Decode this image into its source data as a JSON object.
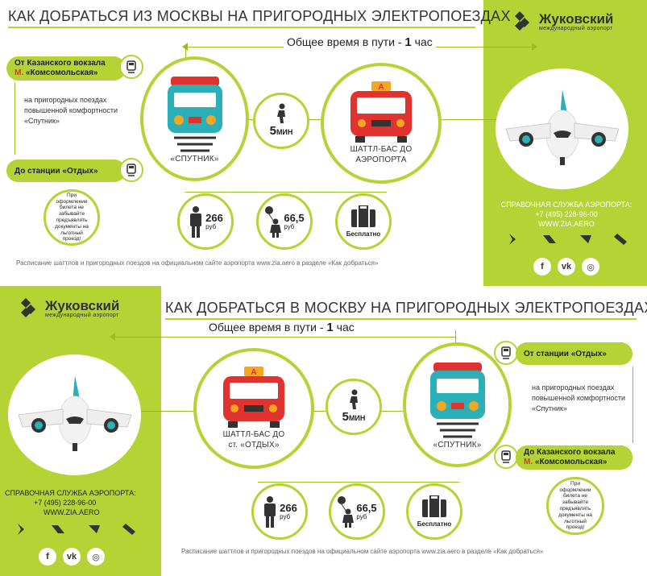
{
  "colors": {
    "accent": "#b5d334",
    "dark": "#333333",
    "red": "#e0332f",
    "teal": "#2bb0b8"
  },
  "logo": {
    "name": "Жуковский",
    "subtitle": "международный аэропорт"
  },
  "top": {
    "title": "КАК ДОБРАТЬСЯ ИЗ МОСКВЫ НА ПРИГОРОДНЫХ ЭЛЕКТРОПОЕЗДАХ",
    "total_prefix": "Общее время в пути - ",
    "total_value": "1",
    "total_unit": " час",
    "from_station_line1": "От Казанского вокзала",
    "from_station_metro_prefix": "М.",
    "from_station_metro": "«Комсомольская»",
    "train_description": "на пригородных поездах повышенной комфортности «Спутник»",
    "to_station": "До станции «Отдых»",
    "train_label": "«СПУТНИК»",
    "walk_value": "5",
    "walk_unit": "МИН",
    "shuttle_label_line1": "ШАТТЛ-БАС ДО",
    "shuttle_label_line2": "АЭРОПОРТА",
    "ticket_note": "При оформлении билета не забывайте предъявлять документы на льготный проезд!",
    "price_adult": "266",
    "price_child": "66,5",
    "rub": "руб",
    "free": "Бесплатно",
    "footer": "Расписание шаттлов и пригородных поездов на официальном сайте аэропорта www.zia.aero в разделе «Как добраться»"
  },
  "bottom": {
    "title": "КАК ДОБРАТЬСЯ В МОСКВУ НА ПРИГОРОДНЫХ ЭЛЕКТРОПОЕЗДАХ",
    "total_prefix": "Общее время в пути - ",
    "total_value": "1",
    "total_unit": " час",
    "from_station": "От станции «Отдых»",
    "train_description": "на пригородных поездах повышенной комфортности «Спутник»",
    "to_station_line1": "До Казанского вокзала",
    "to_station_metro_prefix": "М.",
    "to_station_metro": "«Комсомольская»",
    "train_label": "«СПУТНИК»",
    "walk_value": "5",
    "walk_unit": "МИН",
    "shuttle_label_line1": "ШАТТЛ-БАС ДО",
    "shuttle_label_line2": "ст. «ОТДЫХ»",
    "ticket_note": "При оформлении билета не забывайте предъявлять документы на льготный проезд!",
    "price_adult": "266",
    "price_child": "66,5",
    "rub": "руб",
    "free": "Бесплатно",
    "footer": "Расписание шаттлов и пригородных поездов на официальном сайте аэропорта www.zia.aero в разделе «Как добраться»"
  },
  "contact": {
    "title": "СПРАВОЧНАЯ СЛУЖБА АЭРОПОРТА:",
    "phone": "+7 (495) 228-96-00",
    "site": "WWW.ZIA.AERO",
    "socials": [
      "f",
      "vk",
      "ig"
    ]
  },
  "social_labels": {
    "facebook": "f",
    "vk": "vk",
    "instagram": "◎"
  },
  "bus_letter": "А"
}
